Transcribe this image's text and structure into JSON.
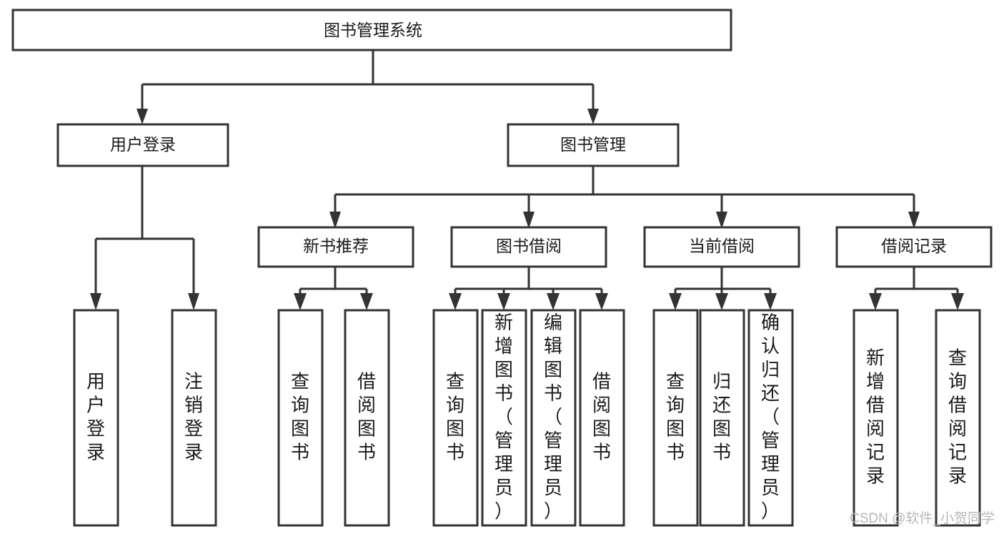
{
  "diagram": {
    "type": "tree-hierarchy-chart",
    "title": "图书管理系统",
    "watermark": "CSDN @软件_小贺同学",
    "colors": {
      "stroke": "#333333",
      "fill": "#ffffff",
      "text": "#1a1a1a",
      "watermark": "#b8b8b8",
      "background": "#ffffff"
    },
    "levels": {
      "level0": {
        "label": "图书管理系统"
      },
      "level1": [
        {
          "id": "user-login",
          "label": "用户登录"
        },
        {
          "id": "book-management",
          "label": "图书管理"
        }
      ],
      "level2": [
        {
          "id": "new-book-recommend",
          "label": "新书推荐",
          "parent": "book-management"
        },
        {
          "id": "book-borrow",
          "label": "图书借阅",
          "parent": "book-management"
        },
        {
          "id": "current-borrow",
          "label": "当前借阅",
          "parent": "book-management"
        },
        {
          "id": "borrow-record",
          "label": "借阅记录",
          "parent": "book-management"
        }
      ],
      "level3": [
        {
          "id": "leaf-user-login",
          "label": "用户登录",
          "parent": "user-login"
        },
        {
          "id": "leaf-logout-login",
          "label": "注销登录",
          "parent": "user-login"
        },
        {
          "id": "leaf-query-book-1",
          "label": "查询图书",
          "parent": "new-book-recommend"
        },
        {
          "id": "leaf-borrow-book-1",
          "label": "借阅图书",
          "parent": "new-book-recommend"
        },
        {
          "id": "leaf-query-book-2",
          "label": "查询图书",
          "parent": "book-borrow"
        },
        {
          "id": "leaf-add-book",
          "label": "新增图书（管理员）",
          "parent": "book-borrow"
        },
        {
          "id": "leaf-edit-book",
          "label": "编辑图书（管理员）",
          "parent": "book-borrow"
        },
        {
          "id": "leaf-borrow-book-2",
          "label": "借阅图书",
          "parent": "book-borrow"
        },
        {
          "id": "leaf-query-book-3",
          "label": "查询图书",
          "parent": "current-borrow"
        },
        {
          "id": "leaf-return-book",
          "label": "归还图书",
          "parent": "current-borrow"
        },
        {
          "id": "leaf-confirm-return",
          "label": "确认归还（管理员）",
          "parent": "current-borrow"
        },
        {
          "id": "leaf-add-record",
          "label": "新增借阅记录",
          "parent": "borrow-record"
        },
        {
          "id": "leaf-query-record",
          "label": "查询借阅记录",
          "parent": "borrow-record"
        }
      ]
    }
  }
}
